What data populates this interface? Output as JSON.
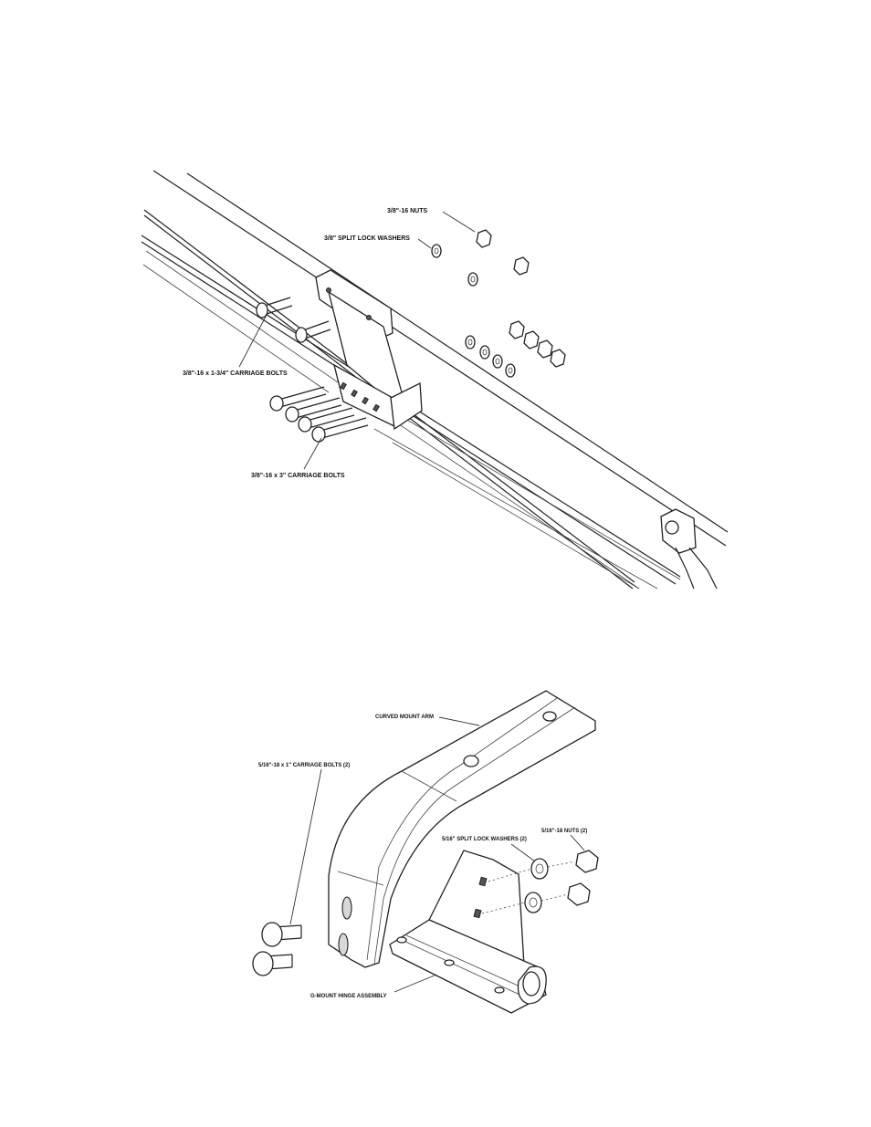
{
  "figure_top": {
    "labels": {
      "nuts": "3/8\"-16 NUTS",
      "lock_washers": "3/8\" SPLIT LOCK WASHERS",
      "carriage_bolts_short": "3/8\"-16 x 1-3/4\" CARRIAGE BOLTS",
      "carriage_bolts_long": "3/8\"-16 x 3\" CARRIAGE BOLTS"
    }
  },
  "figure_bottom": {
    "labels": {
      "curved_mount_arm": "CURVED MOUNT ARM",
      "carriage_bolts": "5/16\"-18 x 1\" CARRIAGE BOLTS (2)",
      "lock_washers": "5/16\" SPLIT LOCK WASHERS (2)",
      "nuts": "5/16\"-18 NUTS (2)",
      "hinge_assembly": "G-MOUNT HINGE ASSEMBLY"
    }
  },
  "colors": {
    "line": "#222222",
    "background": "#ffffff"
  }
}
